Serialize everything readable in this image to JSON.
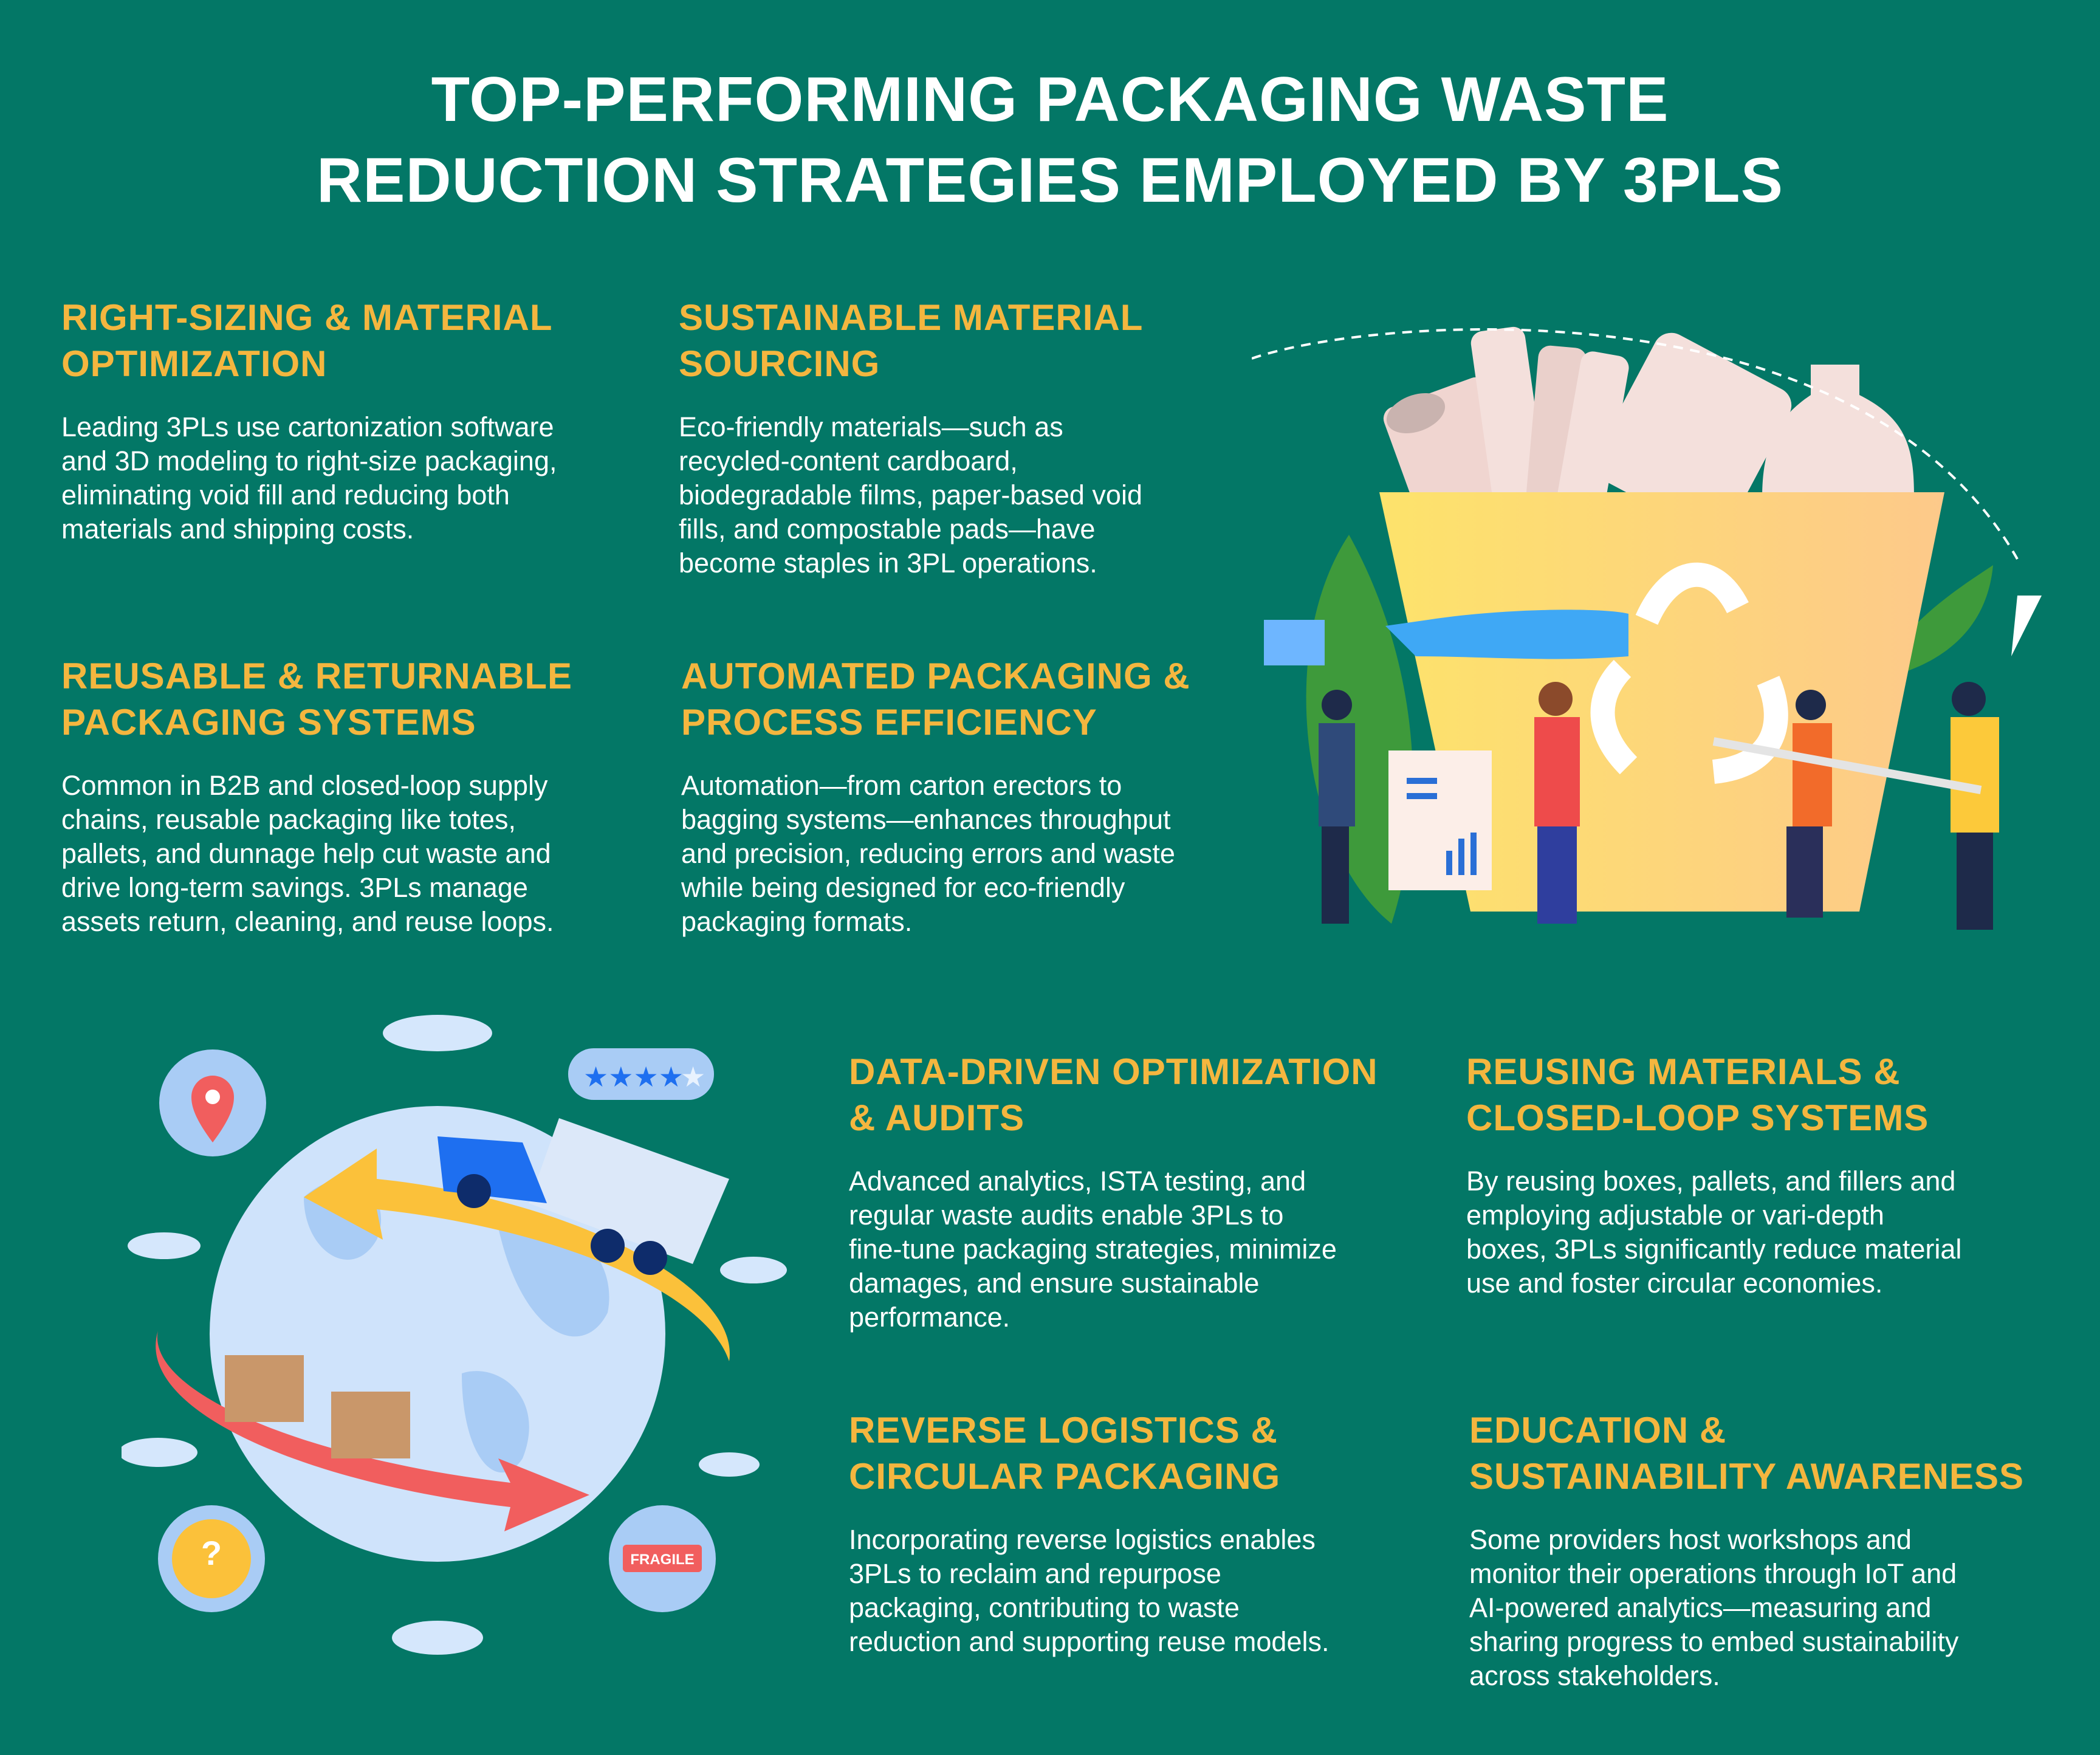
{
  "title": {
    "line1": "TOP-PERFORMING PACKAGING WASTE",
    "line2": "REDUCTION STRATEGIES EMPLOYED BY 3PLS"
  },
  "sections": [
    {
      "id": "right-sizing",
      "heading": [
        "RIGHT-SIZING & MATERIAL",
        "OPTIMIZATION"
      ],
      "body": [
        "Leading 3PLs use cartonization software",
        "and 3D modeling to right-size packaging,",
        "eliminating void fill and reducing both",
        "materials and shipping costs."
      ]
    },
    {
      "id": "sustainable-sourcing",
      "heading": [
        "SUSTAINABLE MATERIAL",
        "SOURCING"
      ],
      "body": [
        "Eco-friendly materials—such as",
        "recycled-content cardboard,",
        "biodegradable films, paper-based void",
        "fills, and compostable pads—have",
        "become staples in 3PL operations."
      ]
    },
    {
      "id": "reusable-packaging",
      "heading": [
        "REUSABLE & RETURNABLE",
        "PACKAGING SYSTEMS"
      ],
      "body": [
        "Common in B2B and closed-loop supply",
        "chains, reusable packaging like totes,",
        "pallets, and dunnage help cut waste and",
        "drive long-term savings. 3PLs manage",
        "assets return, cleaning, and reuse loops."
      ]
    },
    {
      "id": "automated-packaging",
      "heading": [
        "AUTOMATED PACKAGING &",
        "PROCESS EFFICIENCY"
      ],
      "body": [
        "Automation—from carton erectors to",
        "bagging systems—enhances throughput",
        "and precision, reducing errors and waste",
        "while being designed for eco-friendly",
        "packaging formats."
      ]
    },
    {
      "id": "data-driven",
      "heading": [
        "DATA-DRIVEN OPTIMIZATION",
        "& AUDITS"
      ],
      "body": [
        "Advanced analytics, ISTA testing, and",
        "regular waste audits enable 3PLs to",
        "fine-tune packaging strategies, minimize",
        "damages, and ensure sustainable",
        "performance."
      ]
    },
    {
      "id": "reusing-materials",
      "heading": [
        "REUSING MATERIALS &",
        "CLOSED-LOOP SYSTEMS"
      ],
      "body": [
        "By reusing boxes, pallets, and fillers and",
        "employing adjustable or vari-depth",
        "boxes, 3PLs significantly reduce material",
        "use and foster circular economies."
      ]
    },
    {
      "id": "reverse-logistics",
      "heading": [
        "REVERSE LOGISTICS &",
        "CIRCULAR PACKAGING"
      ],
      "body": [
        "Incorporating reverse logistics enables",
        "3PLs to reclaim and repurpose",
        "packaging, contributing to waste",
        "reduction and supporting reuse models."
      ]
    },
    {
      "id": "education",
      "heading": [
        "EDUCATION &",
        "SUSTAINABILITY AWARENESS"
      ],
      "body": [
        "Some providers host workshops and",
        "monitor their operations through IoT and",
        "AI-powered analytics—measuring and",
        "sharing progress to embed sustainability",
        "across stakeholders."
      ]
    }
  ],
  "illustration": {
    "fragile_label": "FRAGILE",
    "question_mark": "?",
    "rating_stars": 4,
    "rating_max": 5
  },
  "colors": {
    "background": "#037766",
    "heading": "#F4B63F",
    "text": "#FFFFFF",
    "accent_blue": "#1E6FF0",
    "light_blue": "#B7D6FA"
  }
}
